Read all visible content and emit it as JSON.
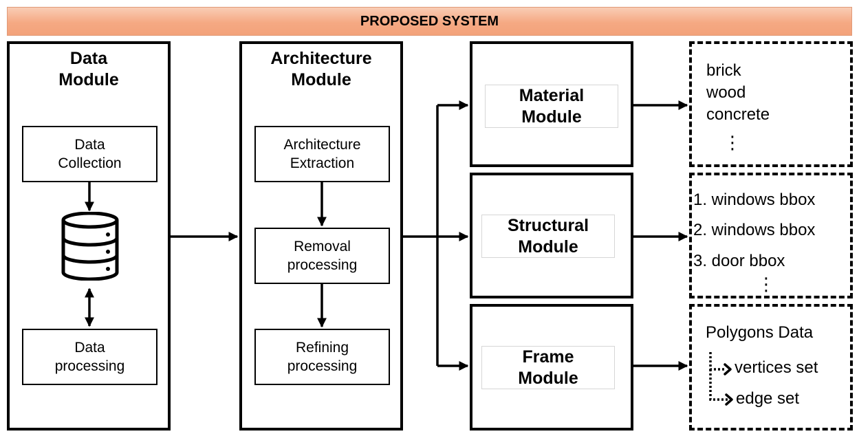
{
  "banner": {
    "title": "PROPOSED SYSTEM"
  },
  "data_module": {
    "title": "Data\nModule",
    "collection": "Data\nCollection",
    "processing": "Data\nprocessing",
    "database_icon": "database-icon"
  },
  "architecture_module": {
    "title": "Architecture\nModule",
    "extraction": "Architecture\nExtraction",
    "removal": "Removal\nprocessing",
    "refining": "Refining\nprocessing"
  },
  "material_module": {
    "title": "Material\nModule"
  },
  "structural_module": {
    "title": "Structural\nModule"
  },
  "frame_module": {
    "title": "Frame\nModule"
  },
  "material_output": {
    "items": [
      "brick",
      "wood",
      "concrete"
    ],
    "ellipsis": "⋮"
  },
  "structural_output": {
    "items": [
      "1. windows bbox",
      "2. windows bbox",
      "3. door bbox"
    ],
    "ellipsis": "⋮"
  },
  "frame_output": {
    "title": "Polygons Data",
    "items": [
      "vertices set",
      "edge set"
    ]
  }
}
